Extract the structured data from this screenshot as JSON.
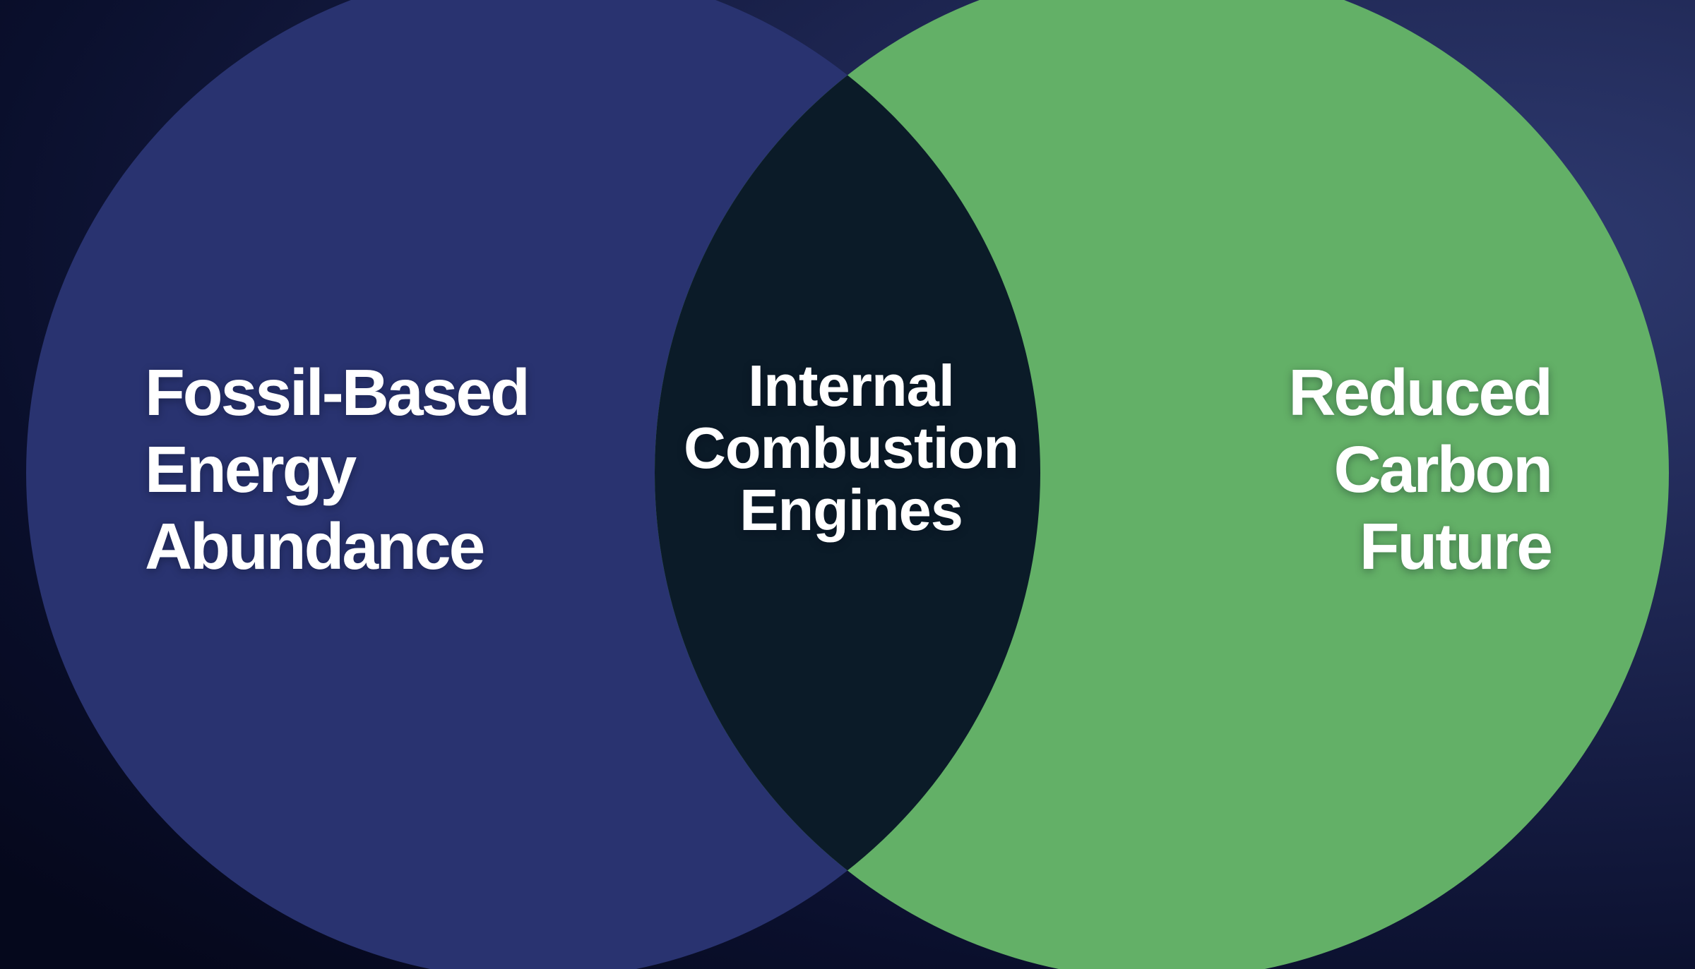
{
  "diagram": {
    "type": "venn",
    "colors": {
      "background_edge": "#05081C",
      "background_glow": "#2E3A70",
      "label_text": "#FFFFFF"
    },
    "sets": {
      "left": {
        "fill": "#293370",
        "label_lines": [
          "Fossil-Based",
          "Energy",
          "Abundance"
        ]
      },
      "right": {
        "fill": "#63B067",
        "label_lines": [
          "Reduced",
          "Carbon",
          "Future"
        ]
      },
      "intersection": {
        "fill": "#0B1B28",
        "label_lines": [
          "Internal",
          "Combustion",
          "Engines"
        ]
      }
    }
  }
}
